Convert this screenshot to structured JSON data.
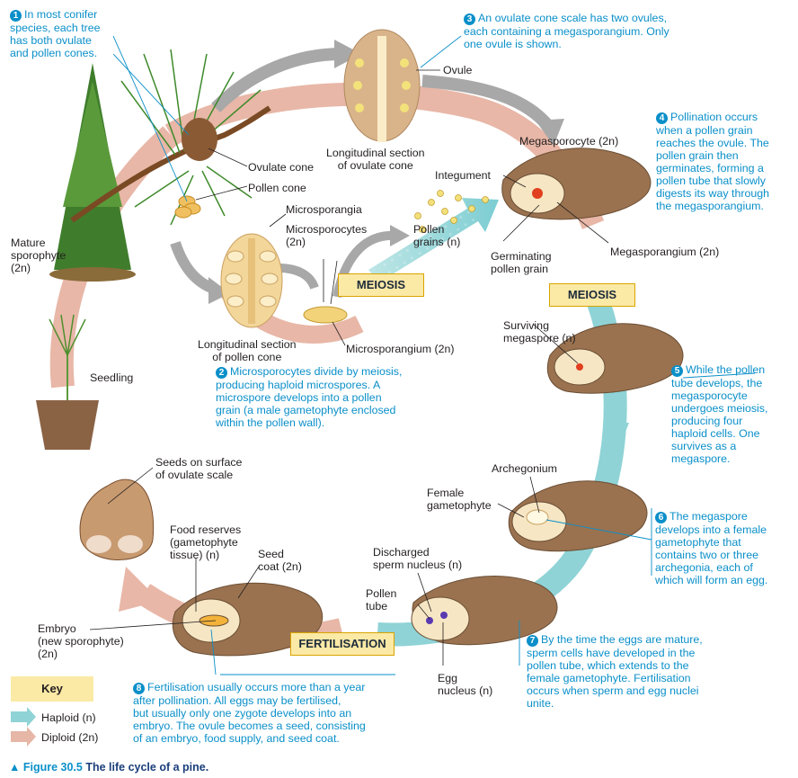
{
  "figure": {
    "label": "Figure 30.5",
    "title": "The life cycle of a pine."
  },
  "badges": {
    "meiosis_1": "MEIOSIS",
    "meiosis_2": "MEIOSIS",
    "fertilisation": "FERTILISATION"
  },
  "key": {
    "title": "Key",
    "haploid_label": "Haploid (n)",
    "diploid_label": "Diploid (2n)",
    "haploid_color": "#8fd3d6",
    "diploid_color": "#e6b6a6"
  },
  "steps": [
    {
      "number": "1",
      "text": "In most conifer\nspecies, each tree\nhas both ovulate\nand pollen cones."
    },
    {
      "number": "2",
      "text": "Microsporocytes divide by meiosis,\nproducing haploid microspores. A\nmicrospore develops into a pollen\ngrain (a male gametophyte enclosed\nwithin the pollen wall)."
    },
    {
      "number": "3",
      "text": "An ovulate cone scale has two ovules,\neach containing a megasporangium. Only\none ovule is shown."
    },
    {
      "number": "4",
      "text": "Pollination occurs\nwhen a pollen grain\nreaches the ovule. The\npollen grain then\ngerminates, forming a\npollen tube that slowly\ndigests its way through\nthe megasporangium."
    },
    {
      "number": "5",
      "text": "While the pollen\ntube develops, the\nmegasporocyte\nundergoes meiosis,\nproducing four\nhaploid cells. One\nsurvives as a\nmegaspore."
    },
    {
      "number": "6",
      "text": "The megaspore\ndevelops into a female\ngametophyte that\ncontains two or three\narchegonia, each of\nwhich will form an egg."
    },
    {
      "number": "7",
      "text": "By the time the eggs are mature,\nsperm cells have developed in the\npollen tube, which extends to the\nfemale gametophyte. Fertilisation\noccurs when sperm and egg nuclei\nunite."
    },
    {
      "number": "8",
      "text": "Fertilisation usually occurs more than a year\nafter pollination. All eggs may be fertilised,\nbut usually only one zygote develops into an\nembryo. The ovule becomes a seed, consisting\nof an embryo, food supply, and seed coat."
    }
  ],
  "labels": {
    "mature_sporophyte": "Mature\nsporophyte\n(2n)",
    "ovulate_cone": "Ovulate cone",
    "pollen_cone": "Pollen cone",
    "microsporangia": "Microsporangia",
    "microsporocytes": "Microsporocytes\n(2n)",
    "long_section_pollen_cone": "Longitudinal section\nof pollen cone",
    "microsporangium": "Microsporangium (2n)",
    "long_section_ovulate_cone": "Longitudinal section\nof ovulate cone",
    "ovule": "Ovule",
    "pollen_grains": "Pollen\ngrains (n)",
    "integument": "Integument",
    "megasporocyte": "Megasporocyte (2n)",
    "germinating_pollen_grain": "Germinating\npollen grain",
    "megasporangium": "Megasporangium (2n)",
    "surviving_megaspore": "Surviving\nmegaspore (n)",
    "archegonium": "Archegonium",
    "female_gametophyte": "Female\ngametophyte",
    "seedling": "Seedling",
    "seeds_on_scale": "Seeds on surface\nof ovulate scale",
    "food_reserves": "Food reserves\n(gametophyte\ntissue) (n)",
    "seed_coat": "Seed\ncoat (2n)",
    "discharged_sperm": "Discharged\nsperm nucleus (n)",
    "pollen_tube": "Pollen\ntube",
    "embryo": "Embryo\n(new sporophyte)\n(2n)",
    "egg_nucleus": "Egg\nnucleus (n)"
  }
}
